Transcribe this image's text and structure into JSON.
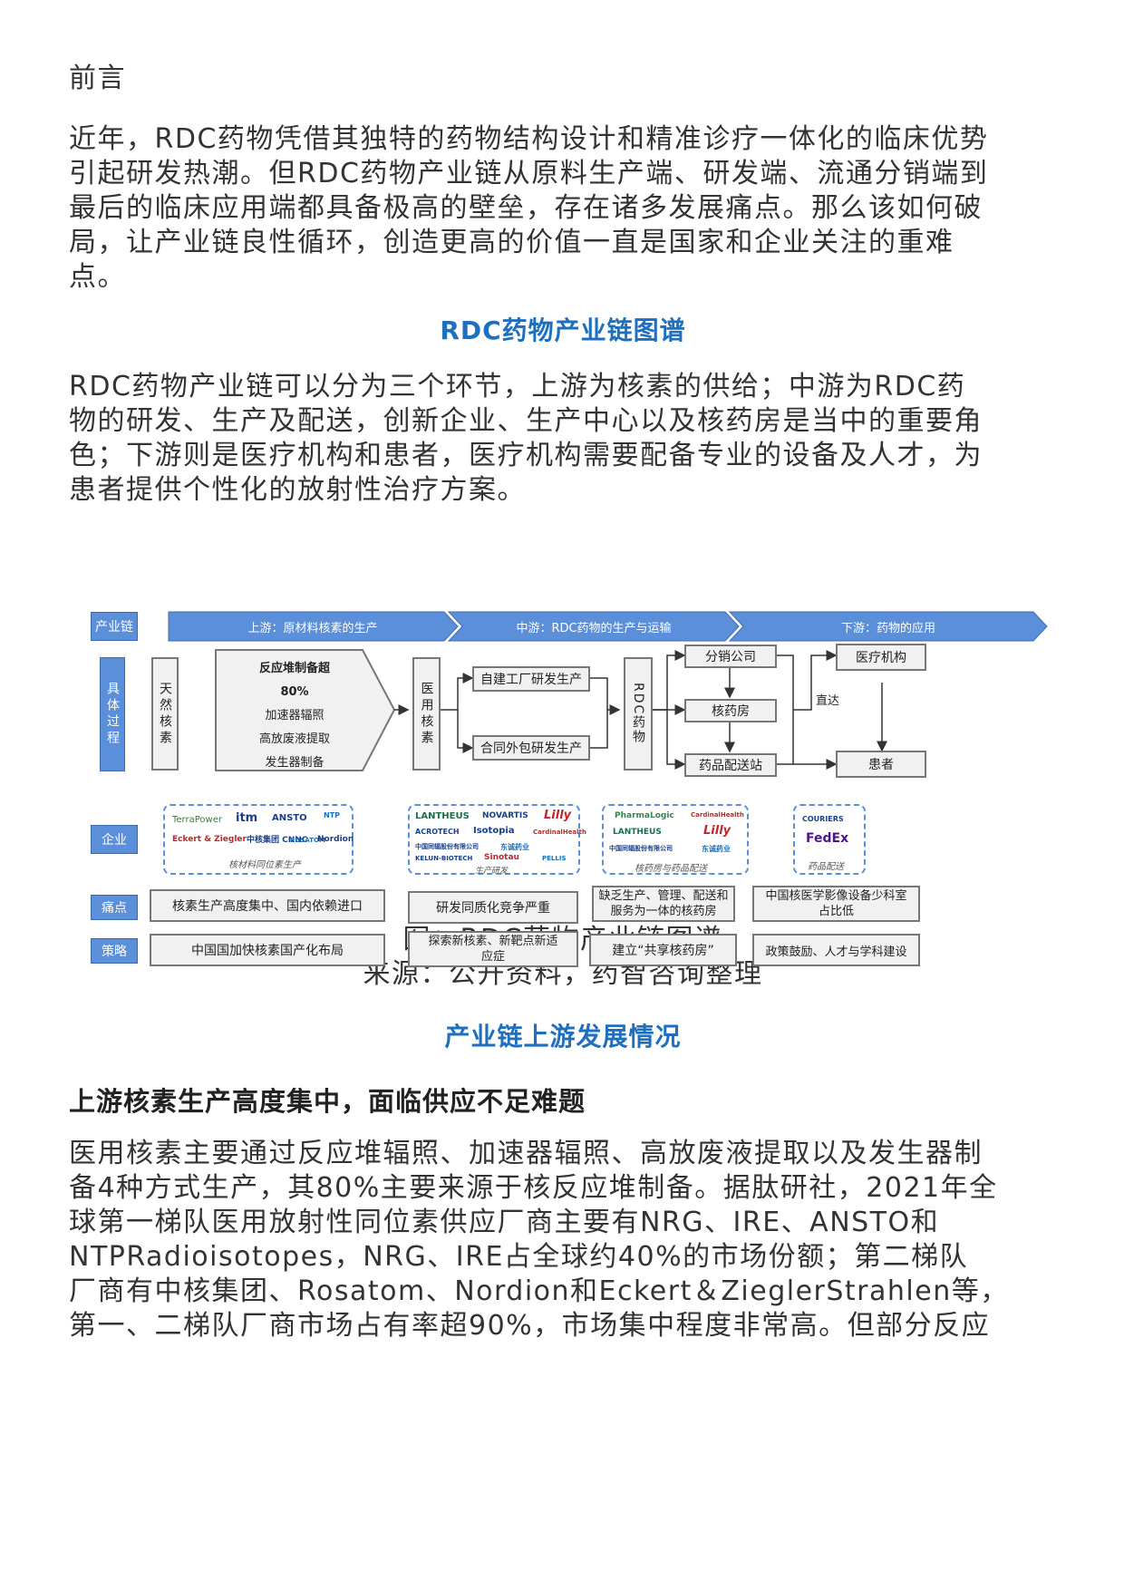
{
  "preface_title": "前言",
  "paragraph_1": [
    "近年，RDC药物凭借其独特的药物结构设计和精准诊疗一体化的临床优势",
    "引起研发热潮。但RDC药物产业链从原料生产端、研发端、流通分销端到",
    "最后的临床应用端都具备极高的壁垒，存在诸多发展痛点。那么该如何破",
    "局，让产业链良性循环，创造更高的价值一直是国家和企业关注的重难",
    "点。"
  ],
  "section_1_heading": "RDC药物产业链图谱",
  "paragraph_2": [
    "RDC药物产业链可以分为三个环节，上游为核素的供给；中游为RDC药",
    "物的研发、生产及配送，创新企业、生产中心以及核药房是当中的重要角",
    "色；下游则是医疗机构和患者，医疗机构需要配备专业的设备及人才，为",
    "患者提供个性化的放射性治疗方案。"
  ],
  "diagram": {
    "row_labels": {
      "chain": "产业链",
      "process": "具体过程",
      "companies": "企业",
      "pain": "痛点",
      "strategy": "策略"
    },
    "stages": [
      "上游：原材料核素的生产",
      "中游：RDC药物的生产与运输",
      "下游：药物的应用"
    ],
    "process": {
      "natural": "天然核素",
      "methods": [
        "反应堆制备超",
        "80%",
        "加速器辐照",
        "高放废液提取",
        "发生器制备"
      ],
      "medical": "医用核素",
      "self_built": "自建工厂研发生产",
      "outsourced": "合同外包研发生产",
      "rdc": "RDC药物",
      "distribution": "分销公司",
      "pharmacy": "核药房",
      "delivery": "药品配送站",
      "direct": "直达",
      "hospital": "医疗机构",
      "patient": "患者"
    },
    "companies": {
      "upstream": [
        "TerraPower",
        "itm",
        "ANSTO",
        "NTP",
        "Eckert & Ziegler",
        "中核集团 CNNC",
        "ROSATOM",
        "Nordion"
      ],
      "upstream_caption": "核材料同位素生产",
      "midstream": [
        "LANTHEUS",
        "NOVARTIS",
        "Lilly",
        "ACROTECH",
        "Isotopia",
        "CardinalHealth",
        "中国同辐股份有限公司",
        "东诚药业",
        "KELUN-BIOTECH",
        "Sinotau",
        "PELLIS"
      ],
      "midstream_caption": "生产研发",
      "downstream_a": [
        "PharmaLogic",
        "CardinalHealth",
        "LANTHEUS",
        "Lilly",
        "中国同辐股份有限公司",
        "东诚药业"
      ],
      "downstream_a_caption": "核药房与药品配送",
      "downstream_b": [
        "COURIERS",
        "FedEx"
      ],
      "downstream_b_caption": "药品配送"
    },
    "pain": [
      "核素生产高度集中、国内依赖进口",
      "研发同质化竞争严重",
      "缺乏生产、管理、配送和服务为一体的核药房",
      "中国核医学影像设备少科室占比低"
    ],
    "strategy": [
      "中国国加快核素国产化布局",
      "探索新核素、新靶点新适应症",
      "建立“共享核药房”",
      "政策鼓励、人才与学科建设"
    ]
  },
  "figure_caption": "图：RDC药物产业链图谱",
  "figure_source": "来源：公开资料，药智咨询整理",
  "section_2_heading": "产业链上游发展情况",
  "subheading_1": "上游核素生产高度集中，面临供应不足难题",
  "paragraph_3": [
    "医用核素主要通过反应堆辐照、加速器辐照、高放废液提取以及发生器制",
    "备4种方式生产，其80%主要来源于核反应堆制备。据肽研社，2021年全",
    "球第一梯队医用放射性同位素供应厂商主要有NRG、IRE、ANSTO和",
    "NTPRadioisotopes，NRG、IRE占全球约40%的市场份额；第二梯队",
    "厂商有中核集团、Rosatom、Nordion和Eckert＆ZieglerStrahlen等，",
    "第一、二梯队厂商市场占有率超90%，市场集中程度非常高。但部分反应"
  ],
  "colors": {
    "accent": "#1f6fbf",
    "row_label": "#5b8fd9",
    "stage": "#5b8fd9"
  }
}
